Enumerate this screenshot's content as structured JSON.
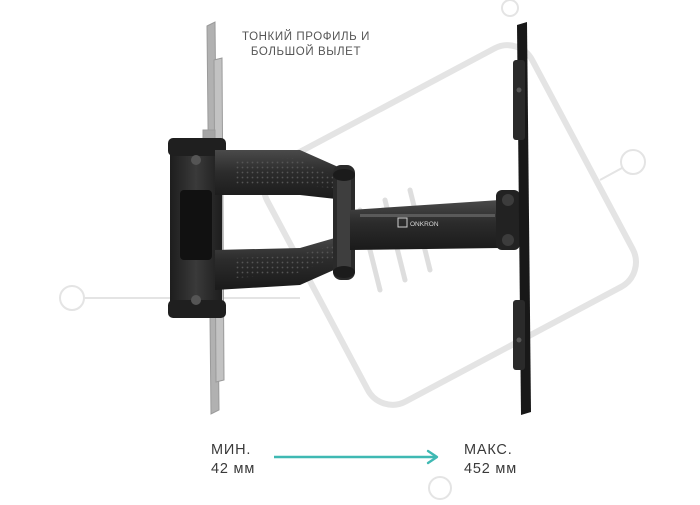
{
  "caption": {
    "line1": "ТОНКИЙ ПРОФИЛЬ И",
    "line2": "БОЛЬШОЙ ВЫЛЕТ"
  },
  "brand": {
    "logo_text": "ONKRON"
  },
  "measure": {
    "min_label": "МИН.",
    "min_value": "42 мм",
    "max_label": "МАКС.",
    "max_value": "452 мм",
    "arrow_color": "#3fb9b3"
  },
  "colors": {
    "metal_dark": "#242424",
    "metal_mid": "#3b3b3b",
    "ghost": "#a9a9a9",
    "watermark": "#e6e6e6"
  }
}
